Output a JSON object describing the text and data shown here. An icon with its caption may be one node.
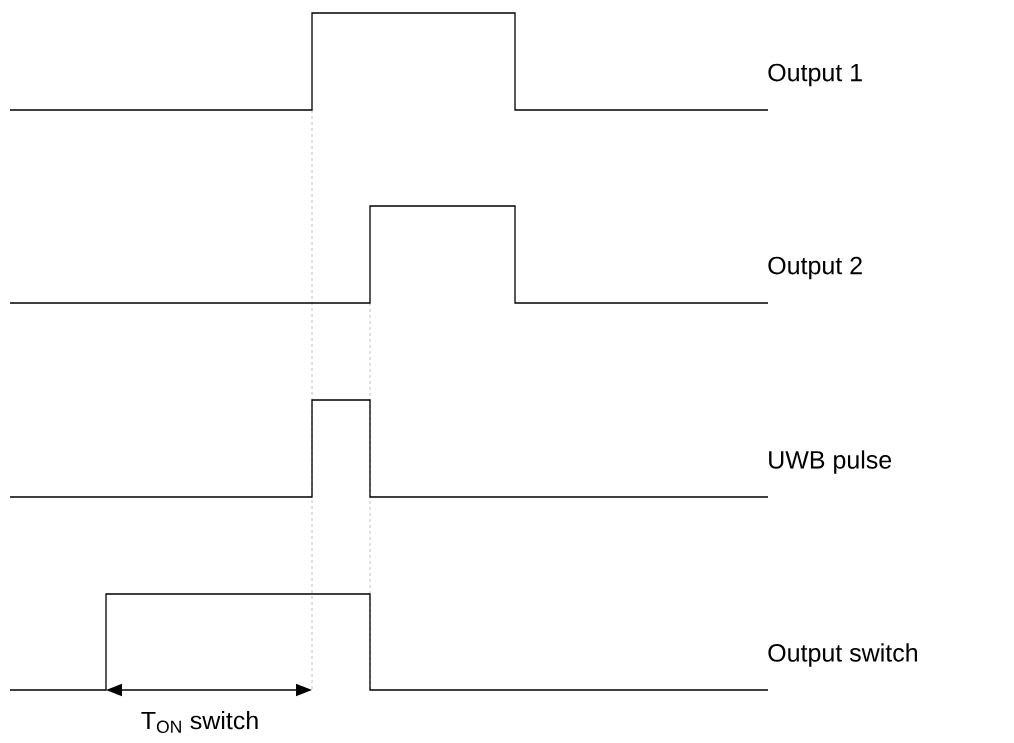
{
  "diagram": {
    "labels": [
      "Output 1",
      "Output 2",
      "UWB pulse",
      "Output switch",
      "T$_{ON}$ switch"
    ]
  }
}
